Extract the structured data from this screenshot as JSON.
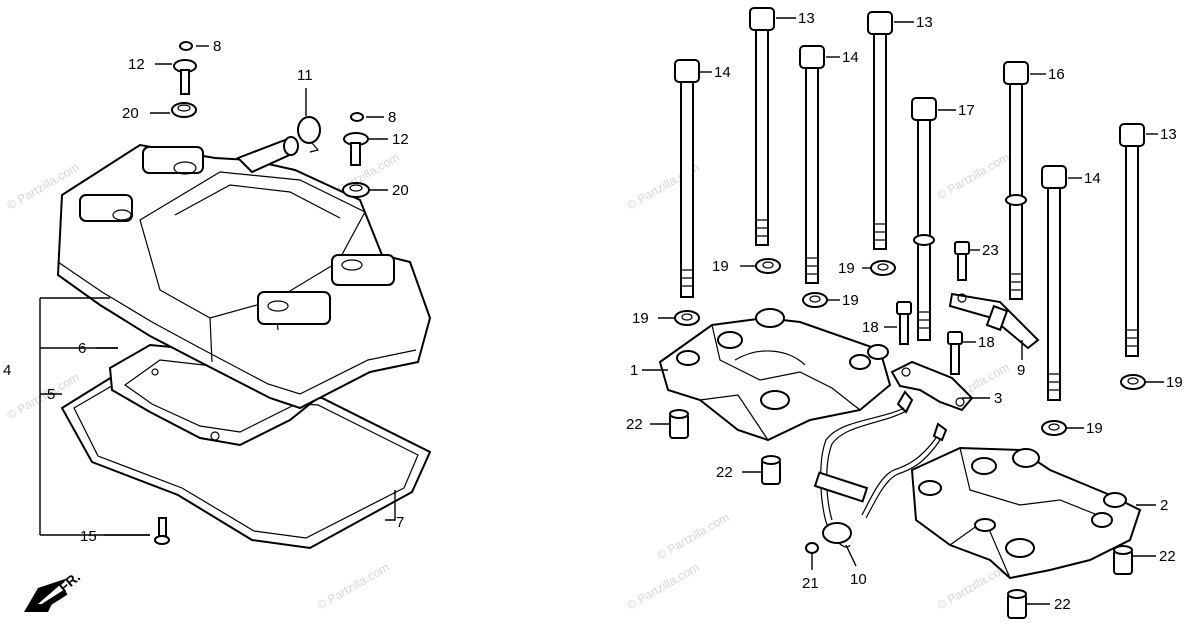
{
  "diagram": {
    "front_label": "FR.",
    "watermark_text": "© Partzilla.com",
    "callouts": {
      "c1": "1",
      "c2": "2",
      "c3": "3",
      "c4": "4",
      "c5": "5",
      "c6": "6",
      "c7": "7",
      "c8a": "8",
      "c8b": "8",
      "c9": "9",
      "c10": "10",
      "c11": "11",
      "c12a": "12",
      "c12b": "12",
      "c13a": "13",
      "c13b": "13",
      "c13c": "13",
      "c14a": "14",
      "c14b": "14",
      "c14c": "14",
      "c15": "15",
      "c16": "16",
      "c17": "17",
      "c18a": "18",
      "c18b": "18",
      "c19a": "19",
      "c19b": "19",
      "c19c": "19",
      "c19d": "19",
      "c19e": "19",
      "c19f": "19",
      "c20a": "20",
      "c20b": "20",
      "c21": "21",
      "c22a": "22",
      "c22b": "22",
      "c22c": "22",
      "c22d": "22",
      "c23": "23"
    }
  }
}
